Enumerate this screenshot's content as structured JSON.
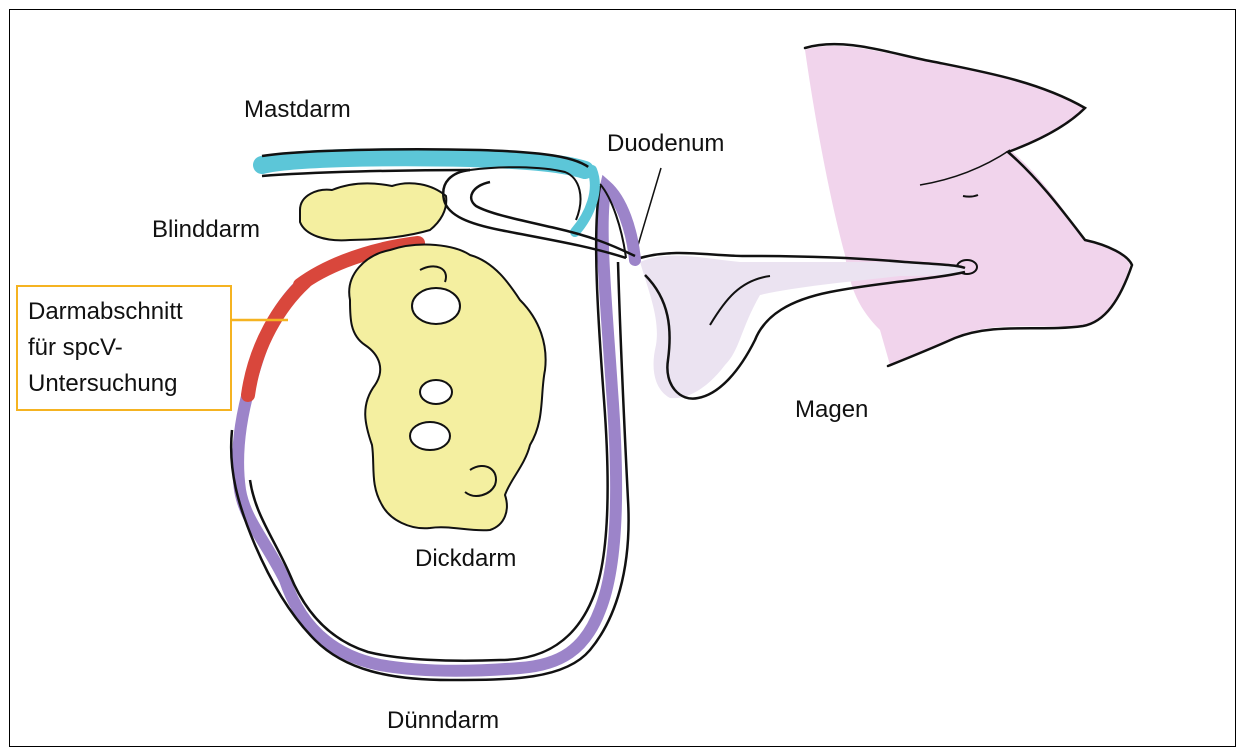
{
  "labels": {
    "mastdarm": "Mastdarm",
    "duodenum": "Duodenum",
    "blinddarm": "Blinddarm",
    "magen": "Magen",
    "dickdarm": "Dickdarm",
    "duenndarm": "Dünndarm"
  },
  "callout": {
    "lines": [
      "Darmabschnitt",
      "für spcV-",
      "Untersuchung"
    ],
    "border_color": "#f5b321"
  },
  "colors": {
    "mastdarm": "#5cc6d8",
    "duenndarm": "#a487d0",
    "dickdarm": "#f5f08a",
    "sample_section": "#d9473c",
    "magen": "#d9c8e6",
    "pig_head": "#e6b3df",
    "outline": "#111111"
  }
}
